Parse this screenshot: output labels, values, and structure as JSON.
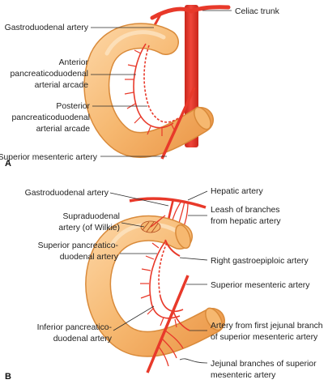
{
  "panel_a": {
    "letter": "A",
    "labels": {
      "celiac_trunk": "Celiac trunk",
      "gastroduodenal_artery": "Gastroduodenal artery",
      "anterior_arcade": [
        "Anterior",
        "pancreaticoduodenal",
        "arterial arcade"
      ],
      "posterior_arcade": [
        "Posterior",
        "pancreaticoduodenal",
        "arterial arcade"
      ],
      "superior_mesenteric_artery": "Superior mesenteric artery"
    }
  },
  "panel_b": {
    "letter": "B",
    "labels": {
      "gastroduodenal_artery": "Gastroduodenal artery",
      "supraduodenal_artery": [
        "Supraduodenal",
        "artery (of Wilkie)"
      ],
      "superior_pancreaticoduodenal_artery": [
        "Superior pancreatico-",
        "duodenal artery"
      ],
      "inferior_pancreaticoduodenal_artery": [
        "Inferior pancreatico-",
        "duodenal artery"
      ],
      "hepatic_artery": "Hepatic artery",
      "leash_of_branches": [
        "Leash of branches",
        "from hepatic artery"
      ],
      "right_gastroepiploic_artery": "Right gastroepiploic artery",
      "superior_mesenteric_artery": "Superior mesenteric artery",
      "first_jejunal_branch": [
        "Artery from first jejunal branch",
        "of superior mesenteric artery"
      ],
      "jejunal_branches": [
        "Jejunal branches of superior",
        "mesenteric artery"
      ]
    }
  },
  "colors": {
    "duodenum_fill": "#f6b870",
    "duodenum_edge": "#d98a3a",
    "artery": "#e8392a",
    "artery_dark": "#c9261b",
    "leader": "#2a2a2a"
  }
}
